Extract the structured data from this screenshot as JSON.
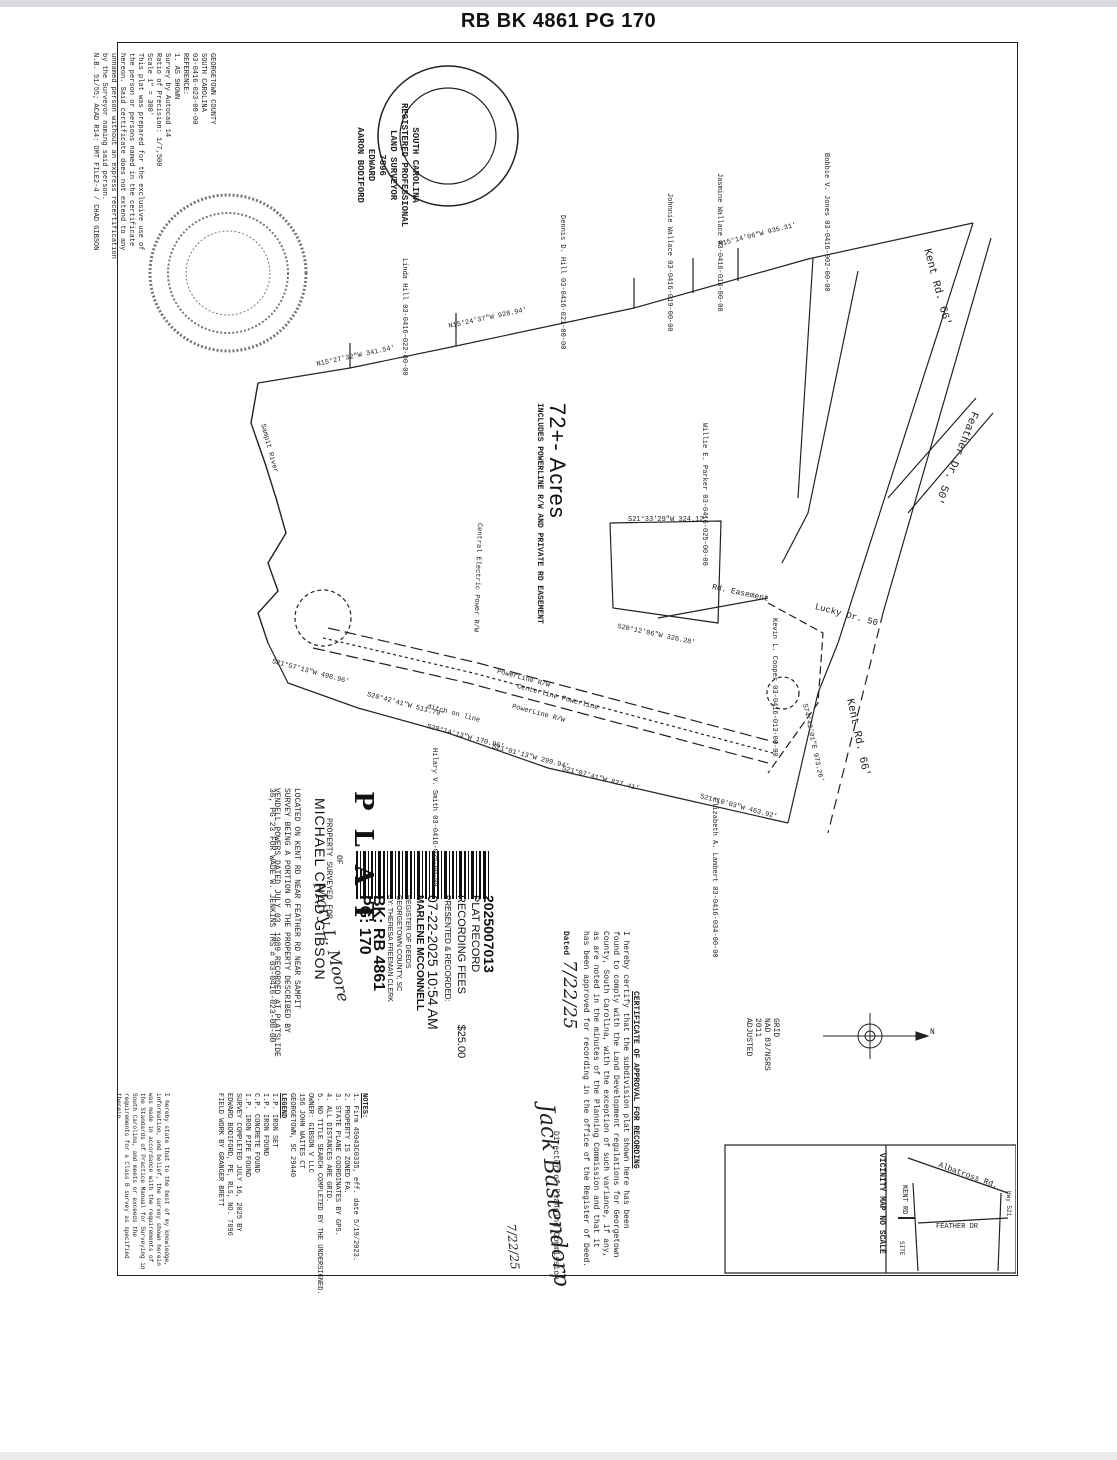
{
  "header": {
    "title": "RB BK 4861 PG 170"
  },
  "parcel": {
    "acreage": "72+- Acres",
    "acreage_note": "INCLUDES POWERLINE R/W AND PRIVATE RD EASEMENT",
    "powerline_label": "Centerline Powerline",
    "powerline_rw_1": "PowerLine R/W",
    "powerline_rw_2": "PowerLine R/W",
    "ditch_label": "ditch on line",
    "central_electric": "Central Electric Power R/W",
    "river_label": "Sampit River",
    "road_kent_1": "Kent Rd. 66'",
    "road_kent_2": "Kent Rd. 66'",
    "road_feather": "Feather Dr. 50'",
    "road_lucky": "Lucky Dr. 50'",
    "rd_easement": "Rd. Easement"
  },
  "seal_top": {
    "state": "SOUTH CAROLINA",
    "reg": "REGISTERED PROFESSIONAL",
    "eng": "LAND SURVEYOR",
    "num": "7896",
    "name_1": "EDWARD",
    "name_2": "AARON BODIFORD"
  },
  "owners": [
    "Bobbie V. Jones 03-0416-002-00-00",
    "Jasmine Wallace 03-0416-018-00-00",
    "Johnnie Wallace 03-0416-019-00-00",
    "Dennis D. Hill 03-0416-021-00-00",
    "Linda Hill 03-0416-022-00-00",
    "Willie E. Parker 03-0416-025-00-00",
    "Kevin L. Cooper 03-0416-013-00-00",
    "Hilary V. Smith 03-0416-035-00-00",
    "Elizabeth A. Lambert 03-0416-034-00-00"
  ],
  "bearings": [
    "N15°27'32\"W 341.54'",
    "N15°24'37\"W 928.94'",
    "N15°14'06\"W 935.31'",
    "S21°57'13\"W 498.96'",
    "S20°42'41\"W 511.79'",
    "S20°14'13\"W 170.96'",
    "S21°01'13\"W 299.94'",
    "S21°07'41\"W 827.41'",
    "S21°10'03\"W 463.92'",
    "S20°12'06\"W 326.28'",
    "S21°33'29\"W 324.12'",
    "S74°42'01\"E 973.26'"
  ],
  "reference": {
    "county": "GEORGETOWN COUNTY",
    "state": "SOUTH CAROLINA",
    "tms": "03-0416-023-00-00",
    "ref_label": "REFERENCE:",
    "ref_value": "1. AS SHOWN",
    "survey_by": "Survey by Autocad 14",
    "precision": "Ratio of Precision: 1/7,500",
    "scale": "Scale 1\" = 300'",
    "prepared": "This plat was prepared for the exclusive use of the person or persons named in the certificate hereon. Said certificate does not extend to any unnamed person without an express recertification by the Surveyor naming said person.",
    "file": "N.B. 51/55; ACAD R14: OMT FILE2-4 / CHAD GIBSON"
  },
  "plat_title": {
    "word": "PLAT",
    "of": "OF",
    "surveyed_for": "PROPERTY SURVEYED FOR",
    "client": "MICHAEL CHAD GIBSON",
    "loc_1": "LOCATED ON KENT RD NEAR FEATHER RD NEAR SAMPIT",
    "loc_2": "SURVEY BEING A PORTION OF THE PROPERTY DESCRIBED BY",
    "loc_3": "VENDELL POWERS DATED JULY 03, 1989 RECORDED AT PLATSLIDE",
    "loc_4": "36, PG 23 FOR WADE W. JENKINS TMS # 03-0416-023-00-00"
  },
  "recording": {
    "doc_no": "2025007013",
    "type": "PLAT RECORD",
    "fees_label": "RECORDING FEES",
    "fees": "$25.00",
    "presented": "PRESENTED & RECORDED:",
    "datetime": "07-22-2025 10:54 AM",
    "official": "MARLENE MCCONNELL",
    "office": "REGISTER OF DEEDS",
    "county": "GEORGETOWN COUNTY, SC",
    "by": "BY: THERESA FREEMAN CLERK",
    "bk": "BK: RB 4861",
    "pg": "PG: 170"
  },
  "certificate": {
    "title": "CERTIFICATE OF APPROVAL FOR RECORDING",
    "l1": "I hereby certify that the subdivision plat shown here has been",
    "l2": "found to comply with the Land Development regulations for Georgetown",
    "l3": "County, South Carolina, with the exception of such variance, if any,",
    "l4": "as are noted in the minutes of the Planning Commission and that it",
    "l5": "has been approved for recording in the office of the Register of Deed.",
    "dated": "Dated",
    "dated_value": "7/22/25",
    "signer": "Director of Planning Commission"
  },
  "notes": {
    "title": "NOTES:",
    "n1": "1. Firm 45043C0335, eff. date 5/19/2023.",
    "n2": "2. PROPERTY IS ZONED FA.",
    "n3": "3. STATE PLANE COORDINATES BY GPS.",
    "n4": "4. ALL DISTANCES ARE GRID.",
    "n5": "5. NO TITLE SEARCH COMPLETED BY THE UNDERSIGNED.",
    "owner_line_1": "OWNER: GIBSON V LLC",
    "owner_line_2": "156 JOHN WAITES CT",
    "owner_line_3": "GEORGETOWN, SC 29440",
    "legend_title": "LEGEND",
    "legend_1": "I.P. IRON SET",
    "legend_2": "I.P. IRON FOUND",
    "legend_3": "C.P. CONCRETE FOUND",
    "legend_4": "I.P. IRON PIPE FOUND",
    "survey_1": "SURVEY COMPLETED JULY 16, 2025 BY",
    "survey_2": "EDWARD BODIFORD, PE, RLS, NO. 7896",
    "survey_3": "FIELD WORK BY GRANGER BRETT",
    "cert_text": "I hereby state that to the best of my knowledge, information, and belief, the survey shown herein was made in accordance with the requirements of the Standards of Practice Manual for Surveying in South Carolina, and meets or exceeds the requirements for a Class B survey as specified therein."
  },
  "north": {
    "grid": "GRID",
    "nad": "NAD 83/NSRS",
    "year": "2011",
    "adj": "ADJUSTED",
    "n": "N"
  },
  "vicinity": {
    "title": "VICINITY MAP NO SCALE",
    "albatross": "Albatross Rd.",
    "kent": "KENT RD",
    "feather": "FEATHER DR",
    "site": "SITE",
    "hwy": "Hwy 521"
  },
  "signatures": {
    "planning": "Jack Bastendorp",
    "client": "Mary L. Moore",
    "initials": "7/22/25"
  }
}
